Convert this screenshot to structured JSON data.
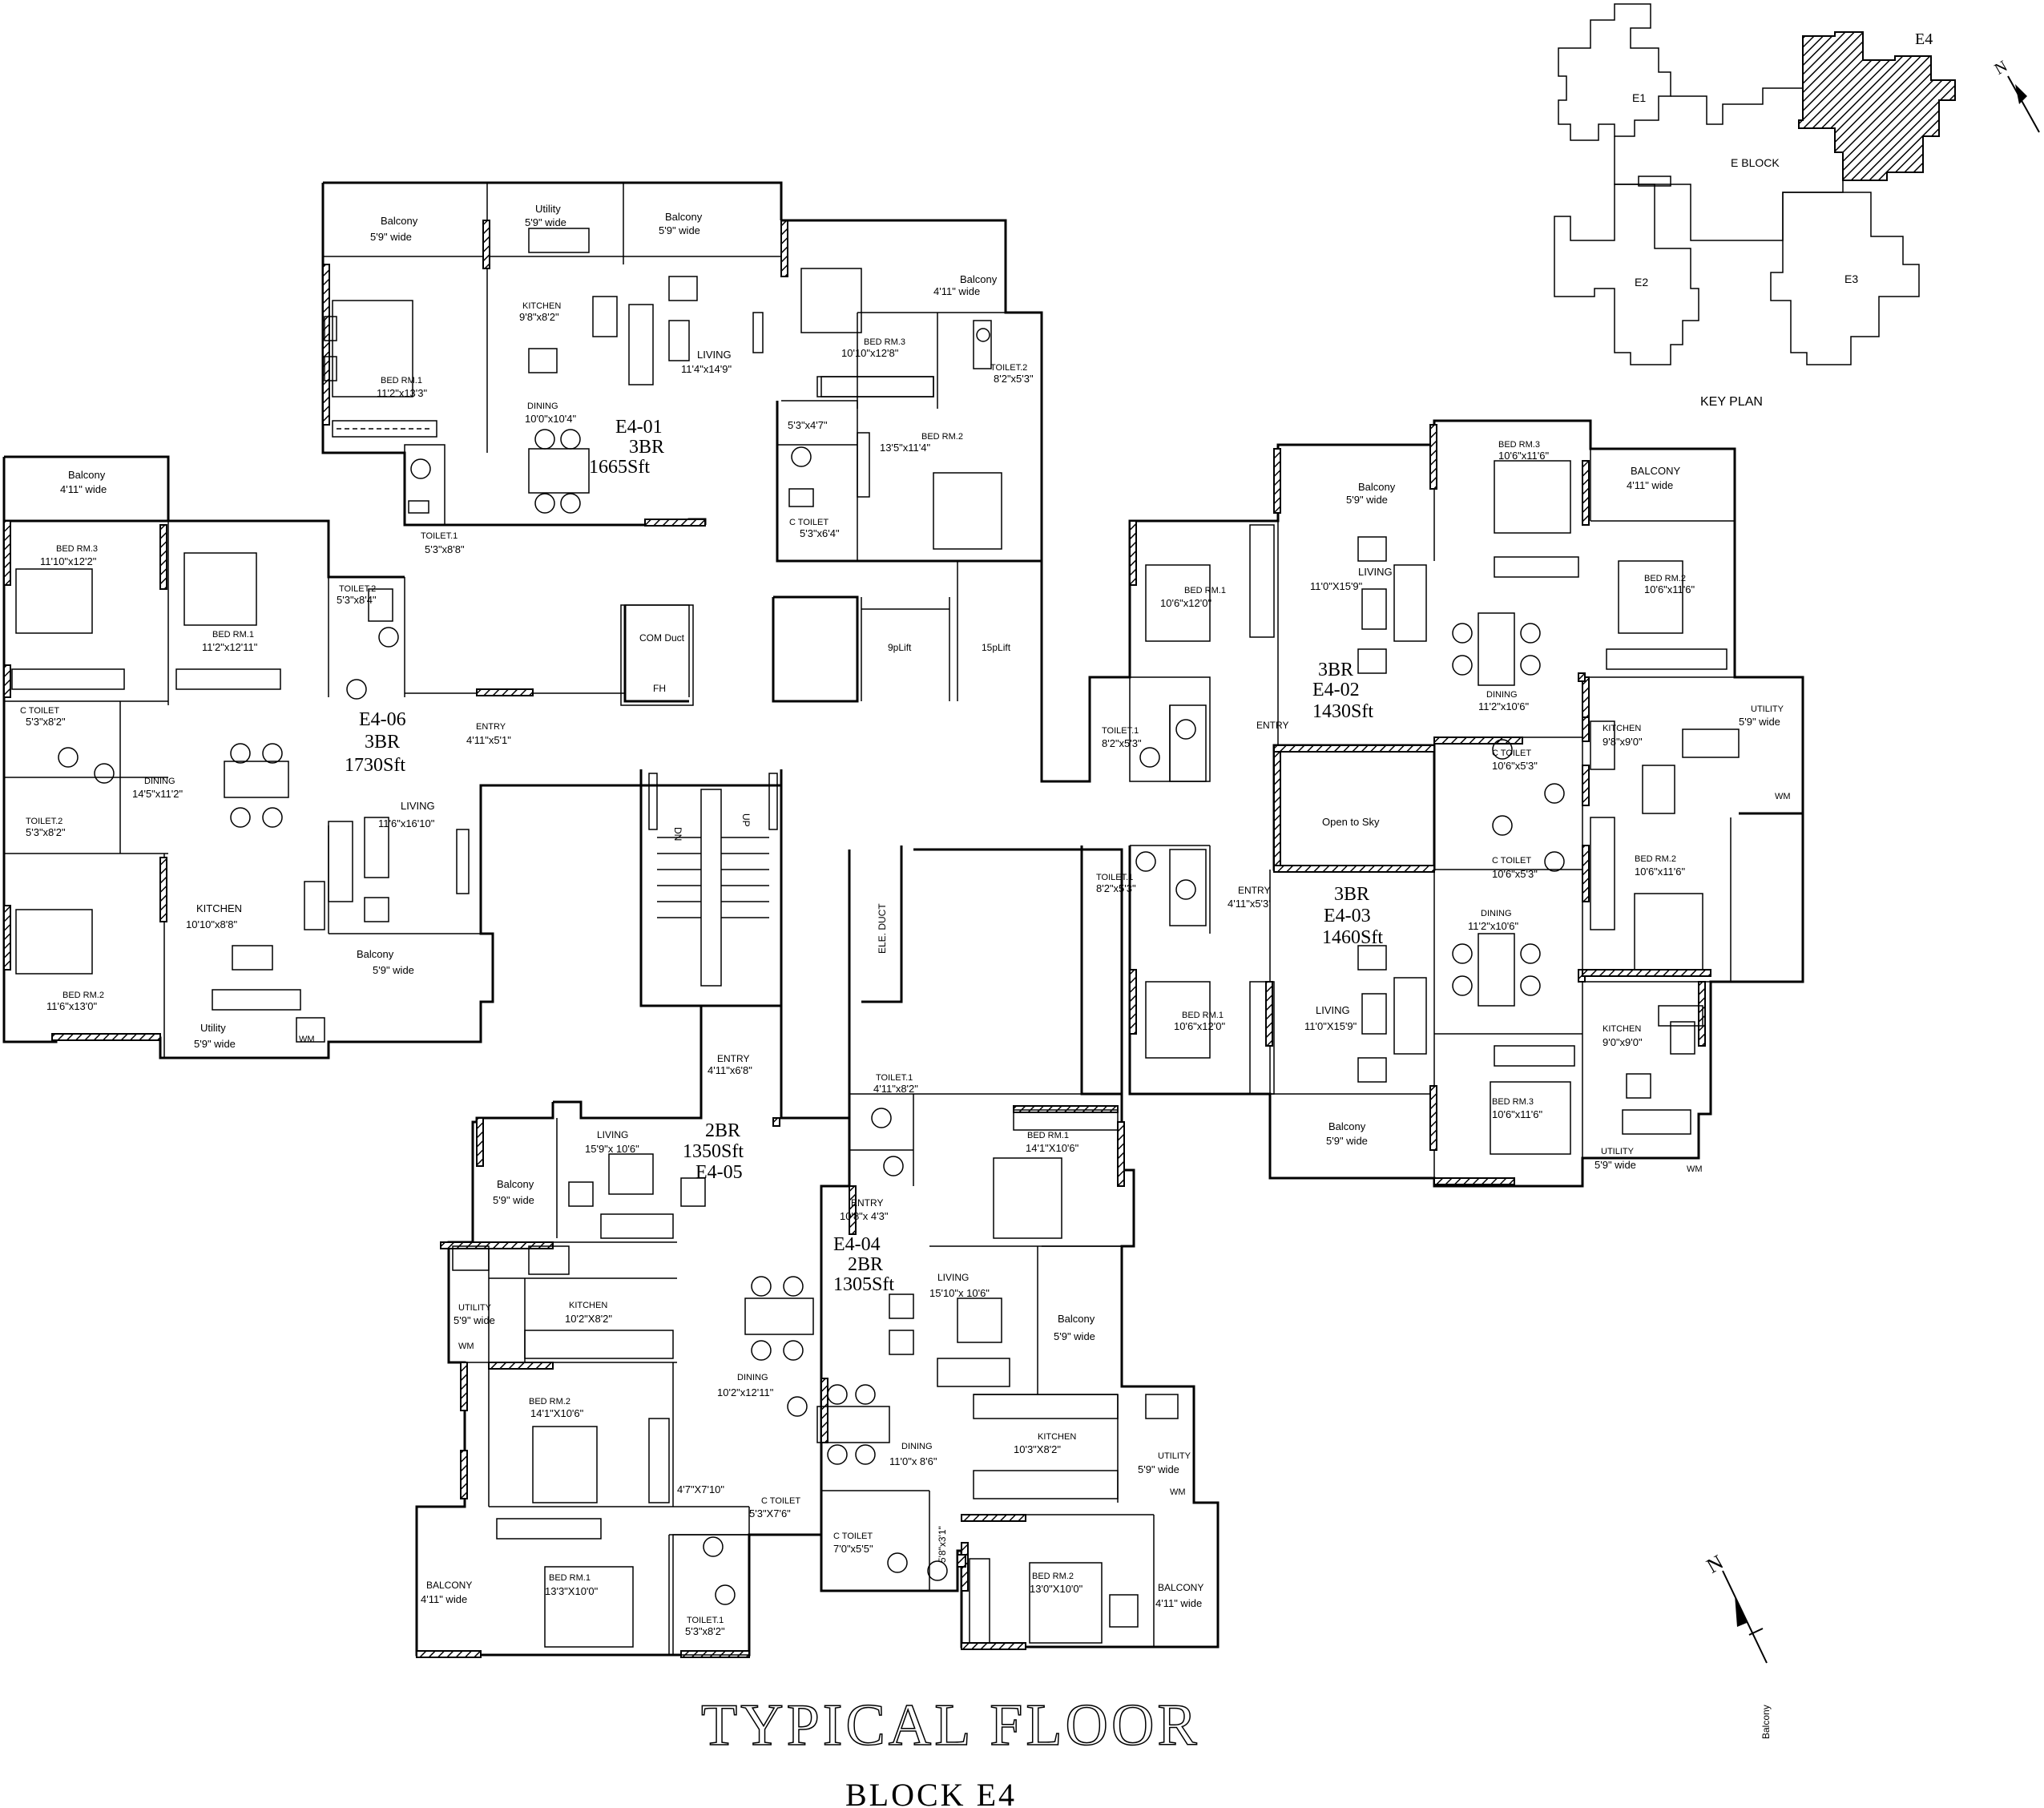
{
  "title": "TYPICAL    FLOOR",
  "subtitle": "BLOCK E4",
  "key_plan": {
    "label": "KEY PLAN",
    "block": "E BLOCK",
    "wings": [
      "E1",
      "E2",
      "E3",
      "E4"
    ]
  },
  "units": [
    {
      "id": "E4-01",
      "type": "3BR",
      "area": "1665Sft"
    },
    {
      "id": "E4-02",
      "type": "3BR",
      "area": "1430Sft"
    },
    {
      "id": "E4-03",
      "type": "3BR",
      "area": "1460Sft"
    },
    {
      "id": "E4-04",
      "type": "2BR",
      "area": "1305Sft"
    },
    {
      "id": "E4-05",
      "type": "2BR",
      "area": "1350Sft"
    },
    {
      "id": "E4-06",
      "type": "3BR",
      "area": "1730Sft"
    }
  ],
  "rooms": {
    "balcony": "Balcony",
    "balcony_caps": "BALCONY",
    "utility": "Utility",
    "utility_caps": "UTILITY",
    "kitchen": "KITCHEN",
    "living": "LIVING",
    "dining": "DINING",
    "entry": "ENTRY",
    "bed1": "BED RM.1",
    "bed2": "BED RM.2",
    "bed3": "BED RM.3",
    "toilet1": "TOILET.1",
    "toilet2": "TOILET.2",
    "ctoilet": "C TOILET",
    "com_duct": "COM Duct",
    "fh": "FH",
    "lift9": "9pLift",
    "lift15": "15pLift",
    "ele_duct": "ELE. DUCT",
    "open_sky": "Open to Sky",
    "wm": "WM",
    "up": "UP",
    "dn": "DN"
  },
  "dims": {
    "d_5_9_wide": "5'9\" wide",
    "d_4_11_wide": "4'11\" wide",
    "k01": "9'8\"x8'2\"",
    "bed1_01": "11'2\"x13'3\"",
    "dining01": "10'0\"x10'4\"",
    "living01": "11'4\"x14'9\"",
    "bed3_01": "10'10\"x12'8\"",
    "toilet2_01": "8'2\"x5'3\"",
    "bed2_01": "13'5\"x11'4\"",
    "ct_01a": "5'3\"x4'7\"",
    "ct_01": "5'3\"x6'4\"",
    "toilet1_01": "5'3\"x8'8\"",
    "bed3_06": "11'10\"x12'2\"",
    "bed1_06": "11'2\"x12'11\"",
    "toilet2_06": "5'3\"x8'4\"",
    "ct_06": "5'3\"x8'2\"",
    "toilet2_06b": "5'3\"x8'2\"",
    "dining06": "14'5\"x11'2\"",
    "entry06": "4'11\"x5'1\"",
    "living06": "11'6\"x16'10\"",
    "kitchen06": "10'10\"x8'8\"",
    "bed2_06": "11'6\"x13'0\"",
    "bed3_02": "10'6\"x11'6\"",
    "bed1_02": "10'6\"x12'0\"",
    "living02": "11'0\"X15'9\"",
    "bed2_02": "10'6\"x11'6\"",
    "dining02": "11'2\"x10'6\"",
    "toilet1_02": "8'2\"x5'3\"",
    "kitchen02": "9'8\"x9'0\"",
    "ct_02": "10'6\"x5'3\"",
    "ct_03": "10'6\"x5'3\"",
    "toilet1_03": "8'2\"x5'3\"",
    "entry03": "4'11\"x5'3'",
    "bed2_03": "10'6\"x11'6\"",
    "dining03": "11'2\"x10'6\"",
    "bed1_03": "10'6\"x12'0\"",
    "living03": "11'0\"X15'9\"",
    "kitchen03": "9'0\"x9'0\"",
    "bed3_03": "10'6\"x11'6\"",
    "entry_mid": "4'11\"x6'8\"",
    "toilet1_04": "4'11\"x8'2\"",
    "bed1_04": "14'1\"X10'6\"",
    "entry04": "10'8\"x 4'3\"",
    "living04": "15'10\"x 10'6\"",
    "dining04": "11'0\"x 8'6\"",
    "kitchen04": "10'3\"X8'2\"",
    "ct_04": "7'0\"x5'5\"",
    "passage04": "5'8\"x3'1\"",
    "bed2_04": "13'0\"X10'0\"",
    "living05": "15'9\"x 10'6\"",
    "kitchen05": "10'2\"X8'2\"",
    "dining05": "10'2\"x12'11\"",
    "bed2_05": "14'1\"X10'6\"",
    "passage05": "4'7\"X7'10\"",
    "ct_05": "5'3\"X7'6\"",
    "bed1_05": "13'3\"X10'0\"",
    "toilet1_05": "5'3\"x8'2\""
  }
}
